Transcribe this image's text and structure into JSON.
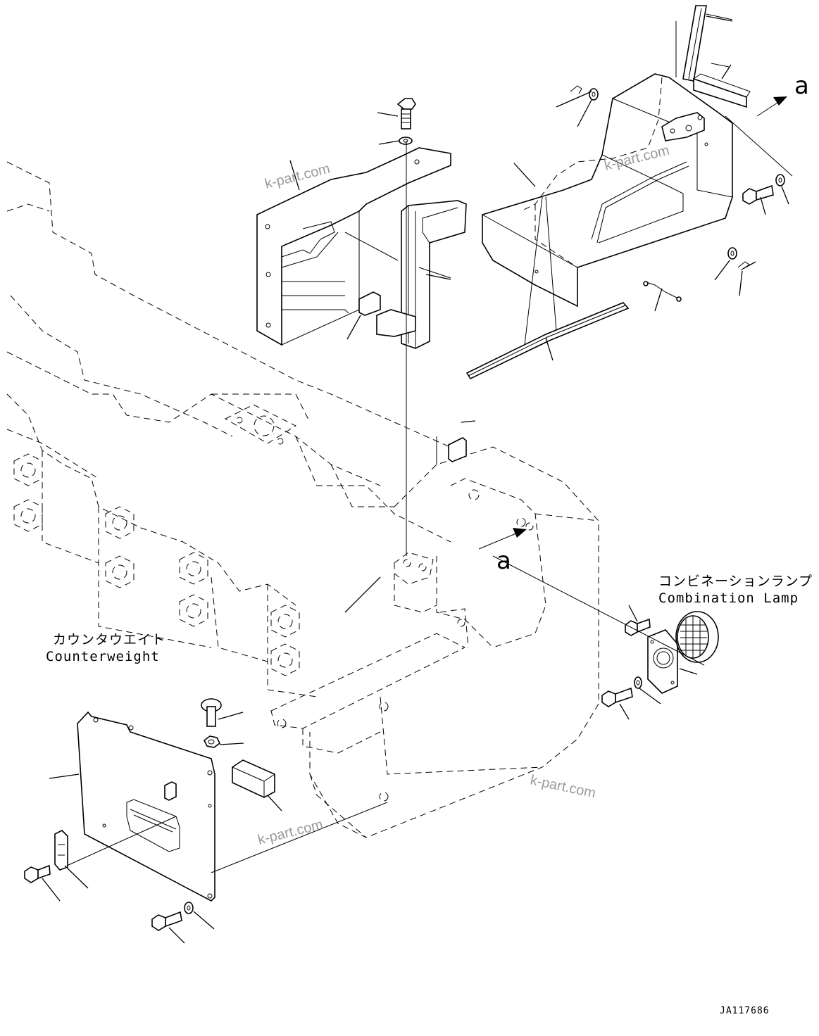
{
  "labels": {
    "counterweight_jp": "カウンタウエイト",
    "counterweight_en": "Counterweight",
    "combination_lamp_jp": "コンビネーションランプ",
    "combination_lamp_en": "Combination Lamp",
    "view_ref_top": "a",
    "view_ref_mid": "a"
  },
  "watermarks": [
    "k-part.com",
    "k-part.com",
    "k-part.com",
    "k-part.com"
  ],
  "drawing_code": "JA117686"
}
